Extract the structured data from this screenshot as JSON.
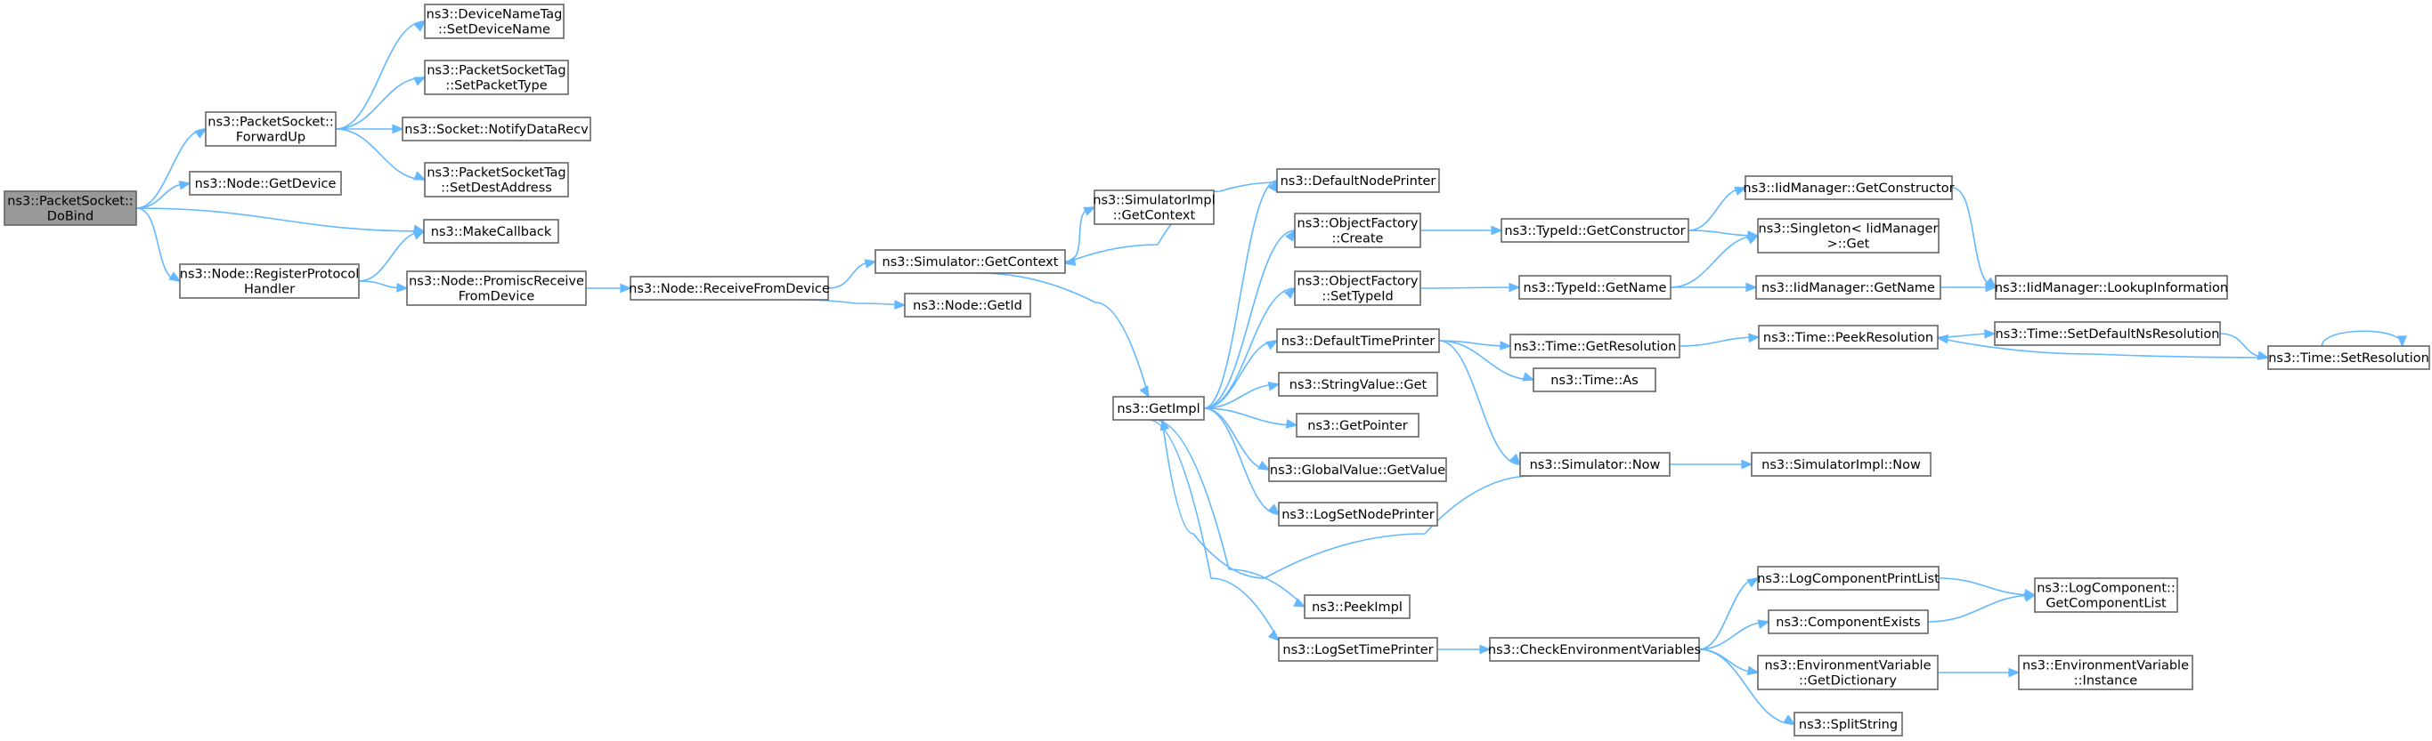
{
  "diagram": {
    "nodes": [
      {
        "id": "dobind",
        "lines": [
          "ns3::PacketSocket::",
          "DoBind"
        ],
        "root": true
      },
      {
        "id": "forwardup",
        "lines": [
          "ns3::PacketSocket::",
          "ForwardUp"
        ]
      },
      {
        "id": "getdevice",
        "lines": [
          "ns3::Node::GetDevice"
        ]
      },
      {
        "id": "makecallback",
        "lines": [
          "ns3::MakeCallback"
        ]
      },
      {
        "id": "registerprotocol",
        "lines": [
          "ns3::Node::RegisterProtocol",
          "Handler"
        ]
      },
      {
        "id": "setdevicename",
        "lines": [
          "ns3::DeviceNameTag",
          "::SetDeviceName"
        ]
      },
      {
        "id": "setpackettype",
        "lines": [
          "ns3::PacketSocketTag",
          "::SetPacketType"
        ]
      },
      {
        "id": "notifydatarecv",
        "lines": [
          "ns3::Socket::NotifyDataRecv"
        ]
      },
      {
        "id": "setdestaddress",
        "lines": [
          "ns3::PacketSocketTag",
          "::SetDestAddress"
        ]
      },
      {
        "id": "promiscreceive",
        "lines": [
          "ns3::Node::PromiscReceive",
          "FromDevice"
        ]
      },
      {
        "id": "receivefromdevice",
        "lines": [
          "ns3::Node::ReceiveFromDevice"
        ]
      },
      {
        "id": "getcontext",
        "lines": [
          "ns3::Simulator::GetContext"
        ]
      },
      {
        "id": "getid",
        "lines": [
          "ns3::Node::GetId"
        ]
      },
      {
        "id": "simimplgetcontext",
        "lines": [
          "ns3::SimulatorImpl",
          "::GetContext"
        ]
      },
      {
        "id": "getimpl",
        "lines": [
          "ns3::GetImpl"
        ]
      },
      {
        "id": "defaultnodeprinter",
        "lines": [
          "ns3::DefaultNodePrinter"
        ]
      },
      {
        "id": "objfactorycreate",
        "lines": [
          "ns3::ObjectFactory",
          "::Create"
        ]
      },
      {
        "id": "objfactorysettypeid",
        "lines": [
          "ns3::ObjectFactory",
          "::SetTypeId"
        ]
      },
      {
        "id": "defaulttimeprinter",
        "lines": [
          "ns3::DefaultTimePrinter"
        ]
      },
      {
        "id": "stringvalueget",
        "lines": [
          "ns3::StringValue::Get"
        ]
      },
      {
        "id": "getpointer",
        "lines": [
          "ns3::GetPointer"
        ]
      },
      {
        "id": "globalvaluegetvalue",
        "lines": [
          "ns3::GlobalValue::GetValue"
        ]
      },
      {
        "id": "logsetnodeprinter",
        "lines": [
          "ns3::LogSetNodePrinter"
        ]
      },
      {
        "id": "peekimpl",
        "lines": [
          "ns3::PeekImpl"
        ]
      },
      {
        "id": "logsettimeprinter",
        "lines": [
          "ns3::LogSetTimePrinter"
        ]
      },
      {
        "id": "typeidgetconstructor",
        "lines": [
          "ns3::TypeId::GetConstructor"
        ]
      },
      {
        "id": "typeidgetname",
        "lines": [
          "ns3::TypeId::GetName"
        ]
      },
      {
        "id": "timegetresolution",
        "lines": [
          "ns3::Time::GetResolution"
        ]
      },
      {
        "id": "timeas",
        "lines": [
          "ns3::Time::As"
        ]
      },
      {
        "id": "simulatornow",
        "lines": [
          "ns3::Simulator::Now"
        ]
      },
      {
        "id": "checkenvvars",
        "lines": [
          "ns3::CheckEnvironmentVariables"
        ]
      },
      {
        "id": "iidgetconstructor",
        "lines": [
          "ns3::IidManager::GetConstructor"
        ]
      },
      {
        "id": "singletonget",
        "lines": [
          "ns3::Singleton< IidManager",
          " >::Get"
        ]
      },
      {
        "id": "iidgetname",
        "lines": [
          "ns3::IidManager::GetName"
        ]
      },
      {
        "id": "timepeekresolution",
        "lines": [
          "ns3::Time::PeekResolution"
        ]
      },
      {
        "id": "simimplnow",
        "lines": [
          "ns3::SimulatorImpl::Now"
        ]
      },
      {
        "id": "logcompprintlist",
        "lines": [
          "ns3::LogComponentPrintList"
        ]
      },
      {
        "id": "componentexists",
        "lines": [
          "ns3::ComponentExists"
        ]
      },
      {
        "id": "envvargetdict",
        "lines": [
          "ns3::EnvironmentVariable",
          "::GetDictionary"
        ]
      },
      {
        "id": "splitstring",
        "lines": [
          "ns3::SplitString"
        ]
      },
      {
        "id": "iidlookupinfo",
        "lines": [
          "ns3::IidManager::LookupInformation"
        ]
      },
      {
        "id": "timesetdefaultns",
        "lines": [
          "ns3::Time::SetDefaultNsResolution"
        ]
      },
      {
        "id": "timesetresolution",
        "lines": [
          "ns3::Time::SetResolution"
        ]
      },
      {
        "id": "logcompgetlist",
        "lines": [
          "ns3::LogComponent::",
          "GetComponentList"
        ]
      },
      {
        "id": "envvarinstance",
        "lines": [
          "ns3::EnvironmentVariable",
          "::Instance"
        ]
      }
    ],
    "edges": [
      [
        "dobind",
        "forwardup"
      ],
      [
        "dobind",
        "getdevice"
      ],
      [
        "dobind",
        "makecallback"
      ],
      [
        "dobind",
        "registerprotocol"
      ],
      [
        "forwardup",
        "setdevicename"
      ],
      [
        "forwardup",
        "setpackettype"
      ],
      [
        "forwardup",
        "notifydatarecv"
      ],
      [
        "forwardup",
        "setdestaddress"
      ],
      [
        "registerprotocol",
        "makecallback"
      ],
      [
        "registerprotocol",
        "promiscreceive"
      ],
      [
        "promiscreceive",
        "receivefromdevice"
      ],
      [
        "receivefromdevice",
        "getcontext"
      ],
      [
        "receivefromdevice",
        "getid"
      ],
      [
        "getcontext",
        "simimplgetcontext"
      ],
      [
        "getcontext",
        "getimpl"
      ],
      [
        "getimpl",
        "defaultnodeprinter"
      ],
      [
        "getimpl",
        "objfactorycreate"
      ],
      [
        "getimpl",
        "objfactorysettypeid"
      ],
      [
        "getimpl",
        "defaulttimeprinter"
      ],
      [
        "getimpl",
        "stringvalueget"
      ],
      [
        "getimpl",
        "getpointer"
      ],
      [
        "getimpl",
        "globalvaluegetvalue"
      ],
      [
        "getimpl",
        "logsetnodeprinter"
      ],
      [
        "getimpl",
        "peekimpl"
      ],
      [
        "getimpl",
        "logsettimeprinter"
      ],
      [
        "defaultnodeprinter",
        "getcontext"
      ],
      [
        "objfactorycreate",
        "typeidgetconstructor"
      ],
      [
        "objfactorysettypeid",
        "typeidgetname"
      ],
      [
        "defaulttimeprinter",
        "timegetresolution"
      ],
      [
        "defaulttimeprinter",
        "timeas"
      ],
      [
        "defaulttimeprinter",
        "simulatornow"
      ],
      [
        "simulatornow",
        "getimpl"
      ],
      [
        "simulatornow",
        "simimplnow"
      ],
      [
        "logsettimeprinter",
        "checkenvvars"
      ],
      [
        "typeidgetconstructor",
        "iidgetconstructor"
      ],
      [
        "typeidgetconstructor",
        "singletonget"
      ],
      [
        "typeidgetname",
        "singletonget"
      ],
      [
        "typeidgetname",
        "iidgetname"
      ],
      [
        "iidgetconstructor",
        "iidlookupinfo"
      ],
      [
        "iidgetname",
        "iidlookupinfo"
      ],
      [
        "timegetresolution",
        "timepeekresolution"
      ],
      [
        "timepeekresolution",
        "timesetdefaultns"
      ],
      [
        "timesetdefaultns",
        "timesetresolution"
      ],
      [
        "timesetresolution",
        "timepeekresolution"
      ],
      [
        "timesetresolution",
        "timesetresolution"
      ],
      [
        "checkenvvars",
        "logcompprintlist"
      ],
      [
        "checkenvvars",
        "componentexists"
      ],
      [
        "checkenvvars",
        "envvargetdict"
      ],
      [
        "checkenvvars",
        "splitstring"
      ],
      [
        "logcompprintlist",
        "logcompgetlist"
      ],
      [
        "componentexists",
        "logcompgetlist"
      ],
      [
        "envvargetdict",
        "envvarinstance"
      ]
    ]
  }
}
